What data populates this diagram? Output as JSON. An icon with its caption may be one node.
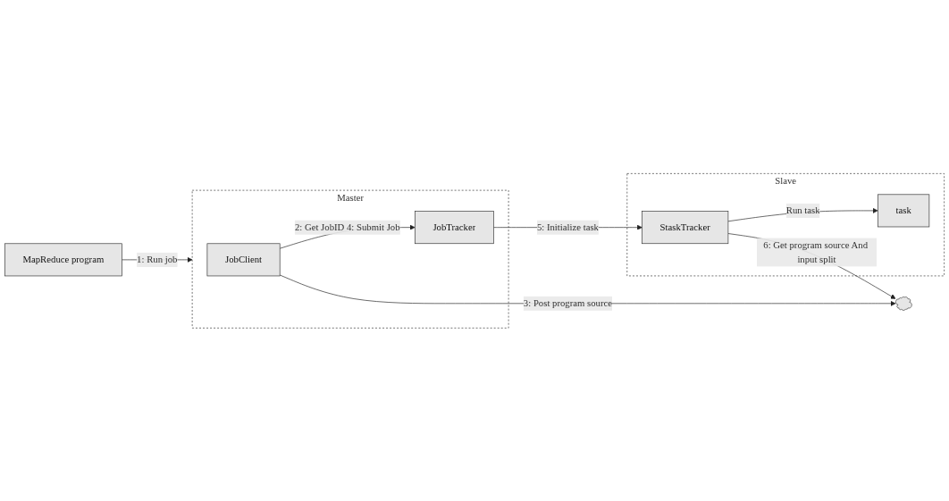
{
  "diagram": {
    "nodes": [
      {
        "text": [
          "MapReduce program"
        ]
      },
      {
        "text": [
          "Master"
        ]
      },
      {
        "text": [
          "JobClient"
        ],
        "in": 1
      },
      {
        "text": [
          "JobTracker"
        ],
        "in": 1
      },
      {
        "text": [],
        "shape": "cloud"
      },
      {
        "text": [
          "Slave"
        ]
      },
      {
        "text": [
          "StaskTracker"
        ],
        "in": 5
      },
      {
        "text": [
          "task"
        ],
        "in": 5
      }
    ],
    "edges": [
      {
        "from": 0,
        "to": 1,
        "arrow": "to",
        "label": "1: Run job"
      },
      {
        "from": 2,
        "to": 3,
        "arrow": "to",
        "label": "2: Get JobID 4: Submit Job"
      },
      {
        "from": 2,
        "to": 4,
        "arrow": "to",
        "label": "3: Post program source"
      },
      {
        "from": 3,
        "to": 6,
        "arrow": "to",
        "label": "5: Initialize task"
      },
      {
        "from": 6,
        "to": 4,
        "arrow": "to",
        "label": "6: Get program source And input split"
      },
      {
        "from": 6,
        "to": 7,
        "arrow": "to",
        "label": "Run task"
      }
    ]
  }
}
